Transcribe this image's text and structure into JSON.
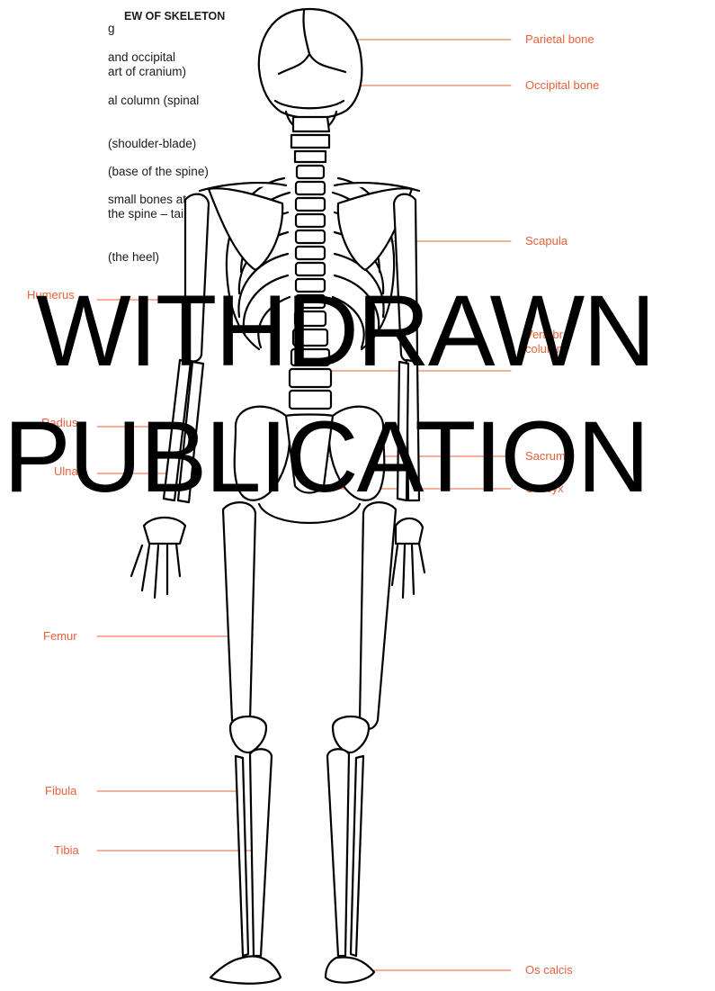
{
  "notes": {
    "title": "EW OF SKELETON",
    "subtitle": "g",
    "lines": [
      "and occipital",
      "art of cranium)",
      "al column (spinal",
      "(shoulder-blade)",
      "(base of the spine)",
      "small bones at the",
      "the spine – tail",
      "(the heel)"
    ]
  },
  "labels": {
    "parietal": "Parietal bone",
    "occipital": "Occipital bone",
    "scapula": "Scapula",
    "vertebral_1": "Vertebral",
    "vertebral_2": "column",
    "sacrum": "Sacrum",
    "coccyx": "Coccyx",
    "os_calcis": "Os calcis",
    "humerus": "Humerus",
    "radius": "Radius",
    "ulna": "Ulna",
    "femur": "Femur",
    "fibula": "Fibula",
    "tibia": "Tibia"
  },
  "watermark": {
    "line1": "WITHDRAWN",
    "line2": "PUBLICATION"
  },
  "colors": {
    "label": "#e8613a",
    "line": "#e8613a",
    "ink": "#000000"
  }
}
